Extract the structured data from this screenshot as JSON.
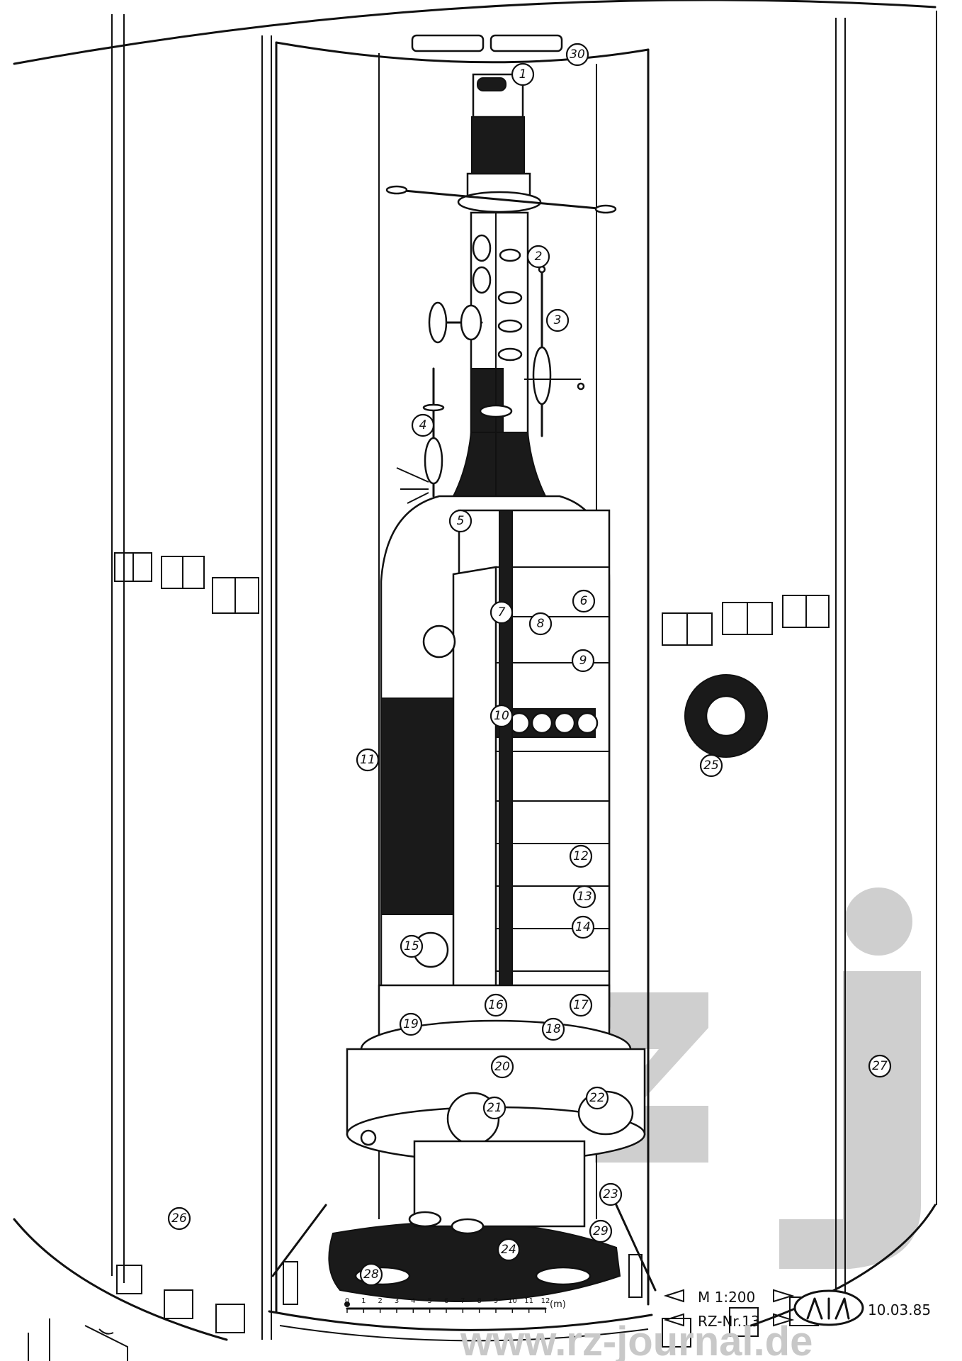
{
  "drawing": {
    "scale": "M 1:200",
    "issue": "RZ-Nr.13",
    "date": "10.03.85",
    "scale_bar": {
      "ticks": [
        "0",
        "1",
        "2",
        "3",
        "4",
        "5",
        "6",
        "7",
        "8",
        "9",
        "10",
        "11",
        "12"
      ],
      "unit": "(m)"
    },
    "callouts": [
      "1",
      "2",
      "3",
      "4",
      "5",
      "6",
      "7",
      "8",
      "9",
      "10",
      "11",
      "12",
      "13",
      "14",
      "15",
      "16",
      "17",
      "18",
      "19",
      "20",
      "21",
      "22",
      "23",
      "24",
      "25",
      "26",
      "27",
      "28",
      "29",
      "30"
    ]
  },
  "watermark": {
    "text": "www.rz-journal.de",
    "logo": "rzj"
  },
  "colors": {
    "ink": "#111111",
    "paper": "#ffffff",
    "watermark": "#c8c8c8"
  }
}
